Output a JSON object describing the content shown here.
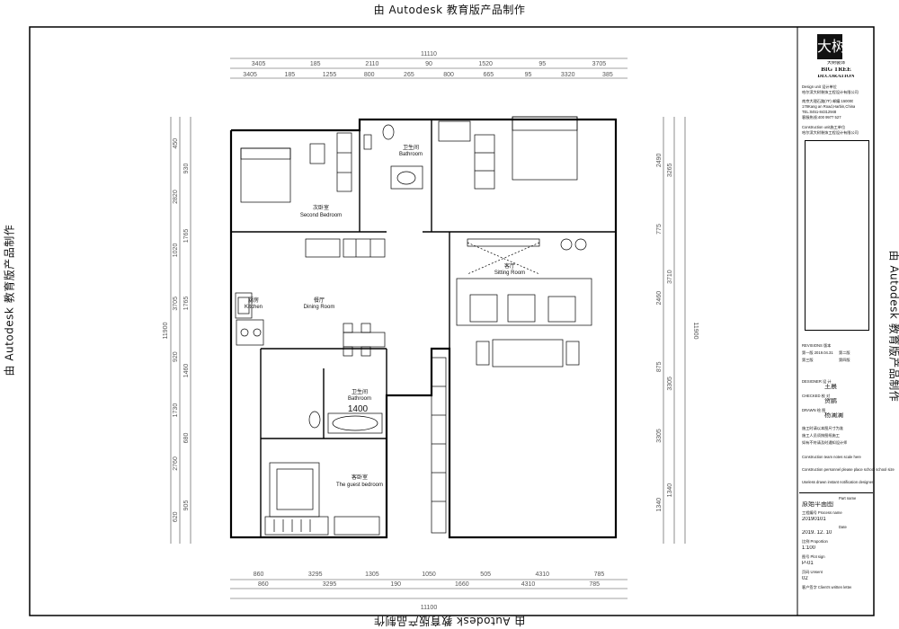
{
  "watermark": "由 Autodesk 教育版产品制作",
  "overall_width": "11110",
  "overall_width_bottom": "11100",
  "overall_height": "11900",
  "top_dims_row1": [
    "3405",
    "185",
    "2110",
    "90",
    "1520",
    "95",
    "3705"
  ],
  "top_dims_row2": [
    "3405",
    "185",
    "1255",
    "800",
    "265",
    "800",
    "665",
    "95",
    "3320",
    "385"
  ],
  "bottom_dims_row1": [
    "860",
    "3295",
    "1305",
    "1050",
    "505",
    "4310",
    "785"
  ],
  "bottom_dims_row2": [
    "860",
    "3295",
    "190",
    "1660",
    "4310",
    "785"
  ],
  "left_dims_outer": [
    "450",
    "2820",
    "1020",
    "3705",
    "920",
    "1730",
    "2760",
    "620"
  ],
  "left_dims_inner": [
    "930",
    "1765",
    "1765",
    "1460",
    "680",
    "905"
  ],
  "right_dims_outer": [
    "3265",
    "3710",
    "3305",
    "1340"
  ],
  "right_dims_inner": [
    "2490",
    "775",
    "2460",
    "875",
    "3305",
    "1340"
  ],
  "rooms": {
    "second_bedroom": {
      "cn": "次卧室",
      "en": "Second Bedroom"
    },
    "bathroom_top": {
      "cn": "卫生间",
      "en": "Bathroom"
    },
    "kitchen": {
      "cn": "厨房",
      "en": "Kitchen"
    },
    "dining": {
      "cn": "餐厅",
      "en": "Dining Room"
    },
    "sitting": {
      "cn": "客厅",
      "en": "Sitting Room"
    },
    "bathroom_bottom": {
      "cn": "卫生间",
      "en": "Bathroom"
    },
    "guest": {
      "cn": "客卧室",
      "en": "The guest bedroom"
    }
  },
  "bath_dim": "1400",
  "title_block": {
    "logo_char": "大树",
    "brand_cn": "大树装饰",
    "brand_en1": "BIG TREE",
    "brand_en2": "DECORATION",
    "design_unit_label": "Design unit 设计单位",
    "design_unit": "哈尔滨大树装饰工程设计有限公司",
    "address1": "南京大理石路(7F) 邮编:150000",
    "address2": "178Kang an Road,Harbin,China",
    "phone": "TEL:0451-84312948",
    "hotline": "客服热线:400 9977 527",
    "construction_label": "Construction unit施工单位",
    "construction_unit": "哈尔滨大树装饰工程设计有限公司",
    "revisions_label": "REVISIONS 版本",
    "rev1": "第一版 2019.04.31",
    "rev2": "第二版",
    "rev3": "第三版",
    "rev4": "第四版",
    "designer_label": "DESIGNER 设 计",
    "designer": "王晨",
    "checked_label": "CHECKED 校 对",
    "checked": "贺鹏",
    "drawn_label": "DRAWN 绘 图",
    "drawn": "杨澜澜",
    "note1": "施工时请以本图尺寸为准",
    "note2": "施工人员须按图纸施工",
    "note3": "如有不符请及时通知设计师",
    "note4": "Construction team notes scale here",
    "note5": "Construction personnel please place school school size",
    "note6": "Useless drawn instant notification designer",
    "part_name_label": "Part name",
    "part_name": "原始平面图",
    "process_label": "工程编号 Process name",
    "process": "20190101",
    "date_label": "Date",
    "date": "2019. 12. 10",
    "proportion_label": "比例 Proportion",
    "proportion": "1:100",
    "plot_label": "图号 Plot sign",
    "plot": "P-01",
    "unsent_label": "页码 Unsent",
    "unsent": "02",
    "client_label": "客户签字 Client's written letter"
  }
}
